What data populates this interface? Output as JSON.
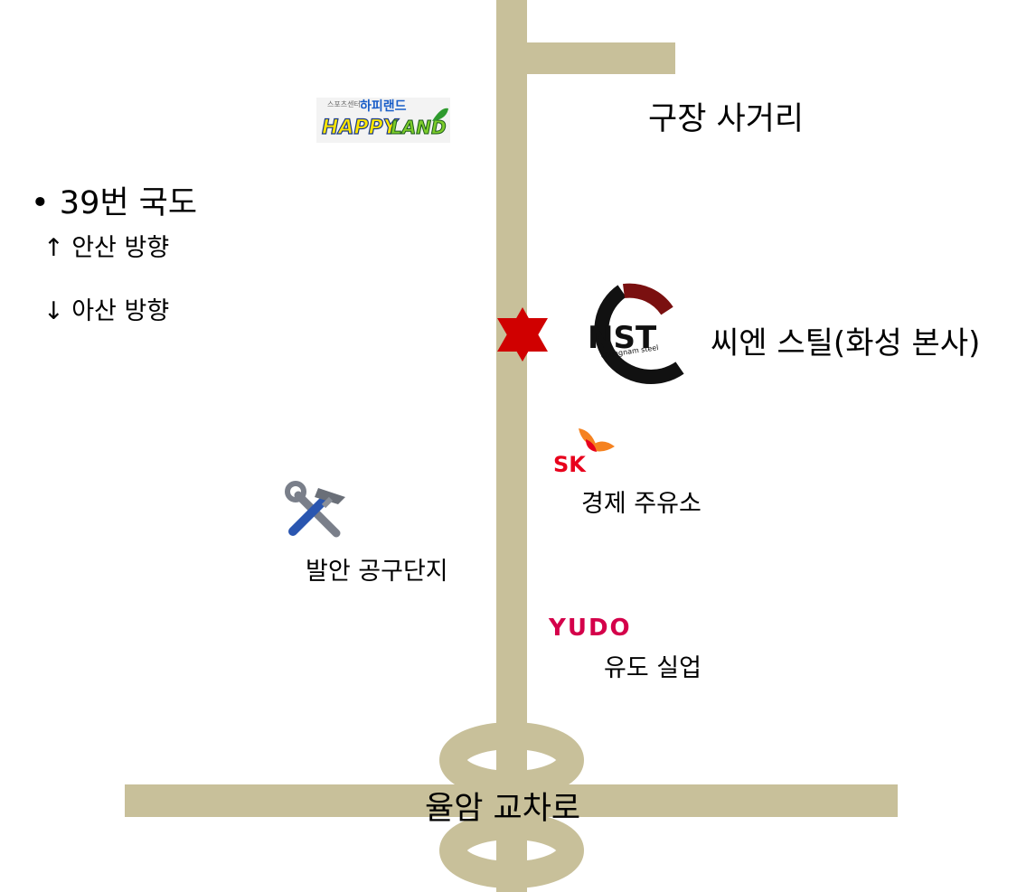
{
  "colors": {
    "road": "#c8c09a",
    "star": "#d00000",
    "nst_ring": "#111111",
    "nst_accent": "#7a1010",
    "sk_red": "#e8001c",
    "sk_orange": "#f58220",
    "yudo": "#d4004a",
    "happyland_yellow": "#ffe600",
    "happyland_green": "#2e9a2e"
  },
  "roads": {
    "north_intersection_label": "구장 사거리",
    "interchange_label": "율암 교차로"
  },
  "route_info": {
    "bullet": "•",
    "route_name": "39번 국도",
    "north_arrow": "↑",
    "north_direction": "안산 방향",
    "south_arrow": "↓",
    "south_direction": "아산 방향"
  },
  "landmarks": {
    "happyland": {
      "icon": "happyland-logo",
      "top_text": "하피랜드",
      "small_text": "스포츠센터",
      "word1": "HAPPY",
      "word2": "LAND"
    },
    "cnsteel": {
      "icon": "nst-logo",
      "logo_text": "NST",
      "logo_subtext": "chungnam steel",
      "label": "씨엔 스틸(화성 본사)"
    },
    "sk": {
      "icon": "sk-logo",
      "logo_text": "SK",
      "label": "경제 주유소"
    },
    "tools": {
      "icon": "tools-icon",
      "label": "발안 공구단지"
    },
    "yudo": {
      "icon": "yudo-logo",
      "logo_text": "YUDO",
      "label": "유도 실업"
    },
    "destination": {
      "icon": "star-marker-icon"
    }
  }
}
